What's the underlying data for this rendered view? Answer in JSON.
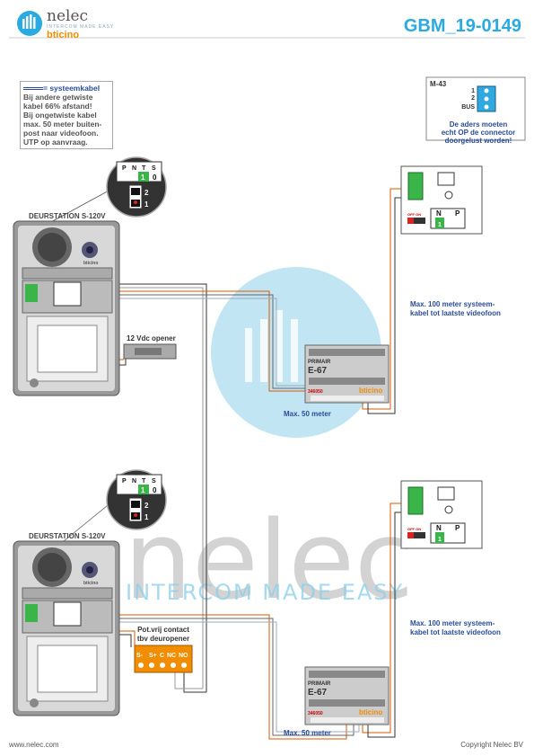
{
  "header": {
    "brand": "nelec",
    "brand_tagline": "INTERCOM MADE EASY",
    "brand_partner": "bticino",
    "doc_code": "GBM_19-0149"
  },
  "note_box": {
    "legend_suffix": "= systeemkabel",
    "lines": [
      "Bij andere getwiste",
      "kabel 66% afstand!",
      "Bij ongetwiste kabel",
      "max. 50 meter buiten-",
      "post naar videofoon.",
      "UTP op aanvraag."
    ]
  },
  "m43": {
    "label": "M-43",
    "terminals": [
      "1",
      "2",
      "BUS"
    ],
    "note_lines": [
      "De aders moeten",
      "echt OP de connector",
      "doorgelust worden!"
    ]
  },
  "dip": {
    "headers": [
      "P",
      "N",
      "T",
      "S"
    ],
    "values": [
      "1",
      "0"
    ],
    "switch_labels": [
      "2",
      "1"
    ]
  },
  "door_station": {
    "label": "DEURSTATION S-120V",
    "brand": "bticino"
  },
  "opener": {
    "label": "12 Vdc opener"
  },
  "contact": {
    "label_lines": [
      "Pot.vrij contact",
      "tbv deuropener"
    ],
    "terminals": [
      "S-",
      "S+",
      "C",
      "NC",
      "NO"
    ]
  },
  "e67": {
    "primary": "PRIMAIR",
    "model": "E-67",
    "partno": "346050",
    "brand": "bticino"
  },
  "videophone": {
    "off_on": "OFF ON",
    "n": "N",
    "p": "P",
    "value": "1"
  },
  "labels": {
    "max50": "Max. 50 meter",
    "max100_lines": [
      "Max. 100 meter systeem-",
      "kabel tot laatste videofoon"
    ]
  },
  "watermark": {
    "big": "nelec",
    "small": "INTERCOM MADE EASY"
  },
  "footer": {
    "left": "www.nelec.com",
    "right": "Copyright Nelec BV"
  }
}
